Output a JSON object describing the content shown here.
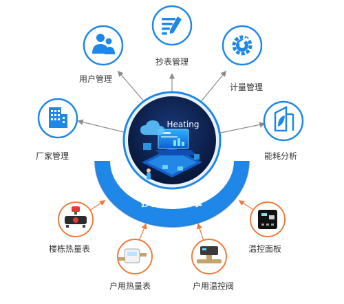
{
  "colors": {
    "blue": "#1e87e8",
    "orange": "#f07a3a",
    "arrow": "#8a8a8a",
    "dark_navy": "#0d1f4a",
    "text": "#333333"
  },
  "center": {
    "title": "Heating",
    "engine_label": "抄控处理引擎"
  },
  "top_nodes": [
    {
      "label": "用户管理",
      "icon": "users-icon"
    },
    {
      "label": "抄表管理",
      "icon": "meter-reading-icon"
    },
    {
      "label": "计量管理",
      "icon": "gear-icon"
    },
    {
      "label": "厂家管理",
      "icon": "building-icon"
    },
    {
      "label": "能耗分析",
      "icon": "energy-leaf-icon"
    }
  ],
  "bottom_nodes": [
    {
      "label": "楼栋热量表",
      "icon": "building-heat-meter-icon"
    },
    {
      "label": "户用热量表",
      "icon": "household-heat-meter-icon"
    },
    {
      "label": "户用温控阀",
      "icon": "temperature-valve-icon"
    },
    {
      "label": "温控面板",
      "icon": "thermostat-panel-icon"
    }
  ]
}
